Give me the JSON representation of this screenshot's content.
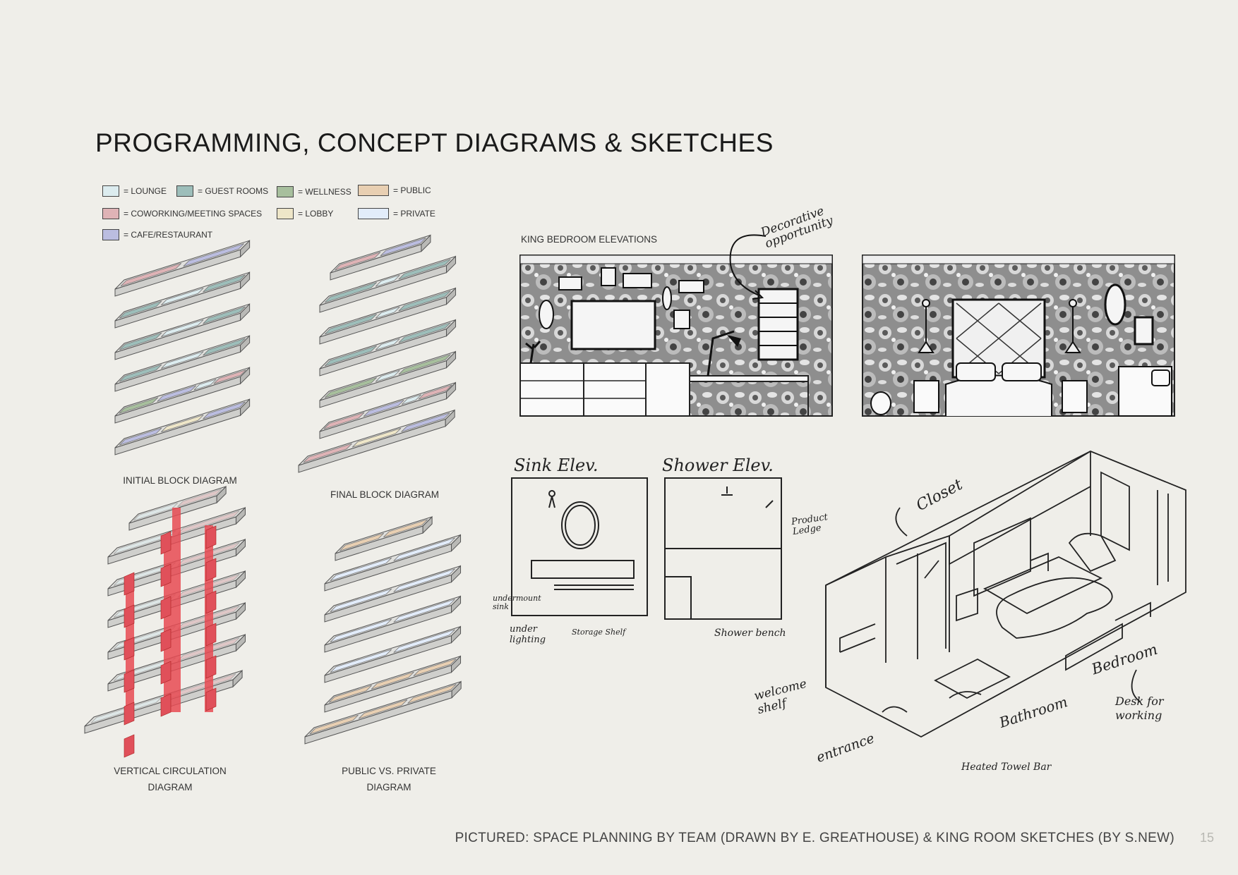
{
  "title": "PROGRAMMING, CONCEPT DIAGRAMS & SKETCHES",
  "legend": [
    {
      "label": "= LOUNGE",
      "color": "#dcecef"
    },
    {
      "label": "= GUEST ROOMS",
      "color": "#9dbeba"
    },
    {
      "label": "= WELLNESS",
      "color": "#a7bf9d"
    },
    {
      "label": "= PUBLIC",
      "color": "#e8cfb2"
    },
    {
      "label": "= COWORKING/MEETING SPACES",
      "color": "#dfb3b6"
    },
    {
      "label": "= LOBBY",
      "color": "#eee6c8"
    },
    {
      "label": "= PRIVATE",
      "color": "#e2ecfa"
    },
    {
      "label": "= CAFE/RESTAURANT",
      "color": "#bbbde0"
    }
  ],
  "captions": {
    "initial": "INITIAL BLOCK DIAGRAM",
    "final": "FINAL BLOCK DIAGRAM",
    "vertical_1": "VERTICAL CIRCULATION",
    "vertical_2": "DIAGRAM",
    "public_1": "PUBLIC VS. PRIVATE",
    "public_2": "DIAGRAM",
    "king": "KING BEDROOM ELEVATIONS"
  },
  "sketch_labels": {
    "decorative": "Decorative opportunity",
    "sink_elev": "Sink Elev.",
    "shower_elev": "Shower Elev.",
    "product_ledge": "Product Ledge",
    "undermount_sink": "undermount sink",
    "under_lighting": "under lighting",
    "storage_shelf": "Storage Shelf",
    "shower_bench": "Shower bench",
    "closet": "Closet",
    "bedroom": "Bedroom",
    "desk": "Desk for working",
    "welcome_shelf": "welcome shelf",
    "bathroom": "Bathroom",
    "entrance": "entrance",
    "heated_towel_bar": "Heated Towel Bar"
  },
  "footer": "PICTURED: SPACE PLANNING BY TEAM (DRAWN  BY E. GREATHOUSE) & KING ROOM SKETCHES (BY S.NEW)",
  "page_number": "15"
}
